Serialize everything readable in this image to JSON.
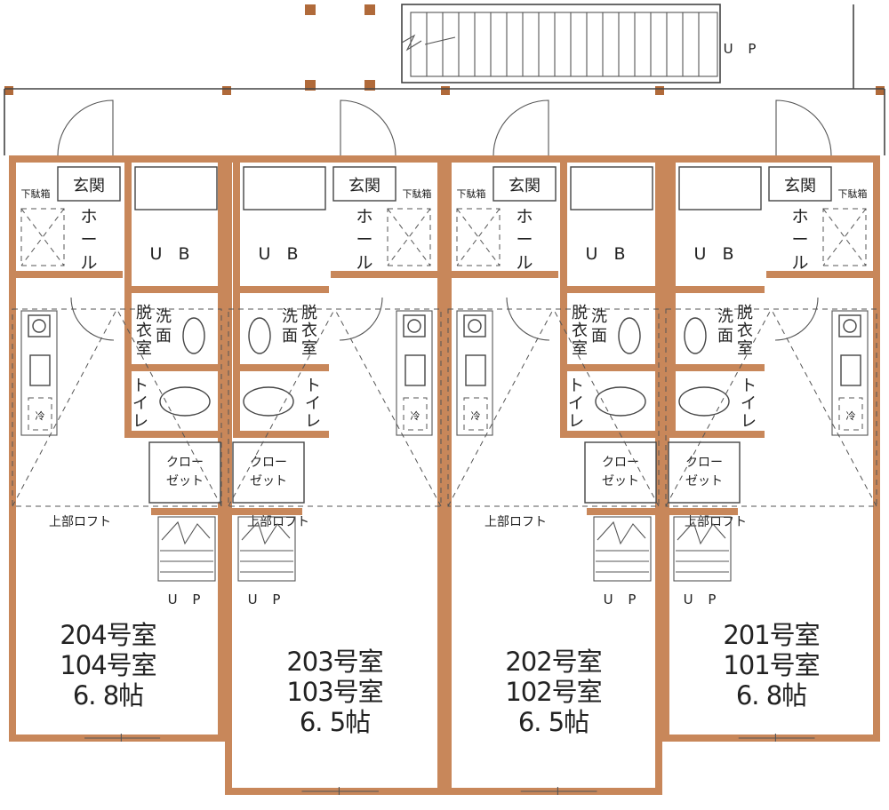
{
  "colors": {
    "wall": "#c8875a",
    "line": "#444444",
    "pillar": "#b06a3a"
  },
  "top_stair": {
    "up": "U P"
  },
  "units": [
    {
      "names": [
        "204号室",
        "104号室",
        "6. 8帖"
      ],
      "entrance": "玄関",
      "shoe_box": "下駄箱",
      "hall": [
        "ホ",
        "ー",
        "ル"
      ],
      "ub": "U B",
      "washroom": [
        "脱",
        "衣",
        "室",
        "洗",
        "面"
      ],
      "toilet": [
        "ト",
        "イ",
        "レ"
      ],
      "closet": [
        "クロー",
        "ゼット"
      ],
      "loft": "上部ロフト",
      "fridge": "冷",
      "up": "U P"
    },
    {
      "names": [
        "203号室",
        "103号室",
        "6. 5帖"
      ],
      "entrance": "玄関",
      "shoe_box": "下駄箱",
      "hall": [
        "ホ",
        "ー",
        "ル"
      ],
      "ub": "U B",
      "washroom": [
        "脱",
        "衣",
        "室",
        "洗",
        "面"
      ],
      "toilet": [
        "ト",
        "イ",
        "レ"
      ],
      "closet": [
        "クロー",
        "ゼット"
      ],
      "loft": "上部ロフト",
      "fridge": "冷",
      "up": "U P"
    },
    {
      "names": [
        "202号室",
        "102号室",
        "6. 5帖"
      ],
      "entrance": "玄関",
      "shoe_box": "下駄箱",
      "hall": [
        "ホ",
        "ー",
        "ル"
      ],
      "ub": "U B",
      "washroom": [
        "脱",
        "衣",
        "室",
        "洗",
        "面"
      ],
      "toilet": [
        "ト",
        "イ",
        "レ"
      ],
      "closet": [
        "クロー",
        "ゼット"
      ],
      "loft": "上部ロフト",
      "fridge": "冷",
      "up": "U P"
    },
    {
      "names": [
        "201号室",
        "101号室",
        "6. 8帖"
      ],
      "entrance": "玄関",
      "shoe_box": "下駄箱",
      "hall": [
        "ホ",
        "ー",
        "ル"
      ],
      "ub": "U B",
      "washroom": [
        "脱",
        "衣",
        "室",
        "洗",
        "面"
      ],
      "toilet": [
        "ト",
        "イ",
        "レ"
      ],
      "closet": [
        "クロー",
        "ゼット"
      ],
      "loft": "上部ロフト",
      "fridge": "冷",
      "up": "U P"
    }
  ]
}
